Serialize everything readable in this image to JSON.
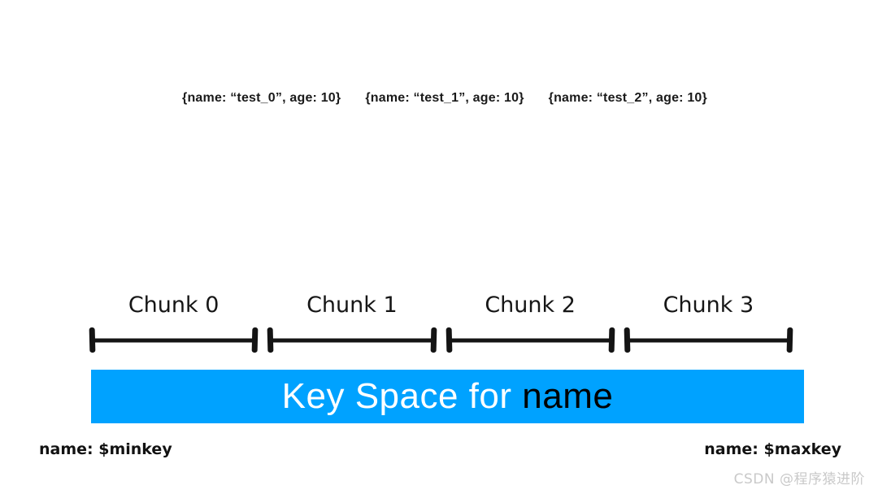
{
  "diagram": {
    "documents": [
      "{name: “test_0”, age: 10}",
      "{name: “test_1”, age: 10}",
      "{name: “test_2”, age: 10}"
    ],
    "chunks": [
      {
        "label": "Chunk 0"
      },
      {
        "label": "Chunk 1"
      },
      {
        "label": "Chunk 2"
      },
      {
        "label": "Chunk 3"
      }
    ],
    "key_space": {
      "prefix": "Key Space for",
      "field": "name",
      "banner_color": "#00a2ff",
      "prefix_color": "#ffffff",
      "field_color": "#000000"
    },
    "min_label": "name: $minkey",
    "max_label": "name: $maxkey",
    "watermark": "CSDN @程序猿进阶"
  }
}
